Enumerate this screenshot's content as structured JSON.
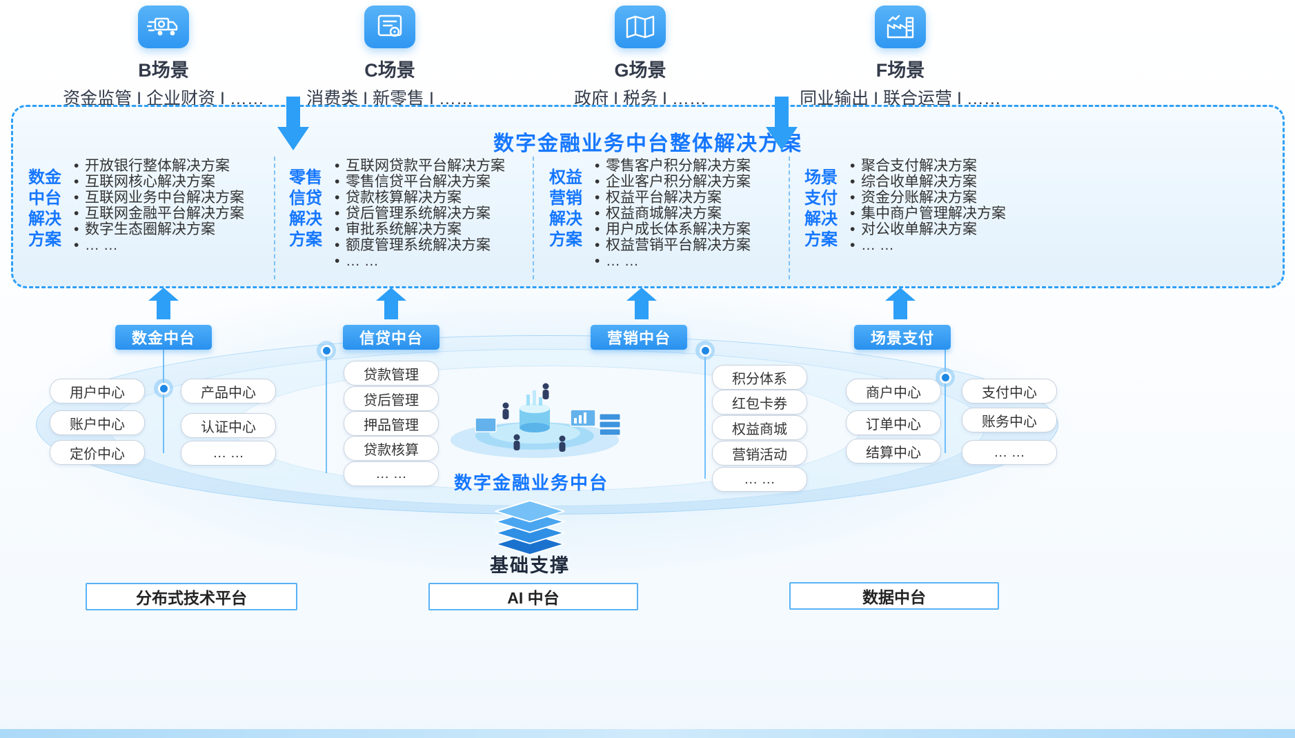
{
  "scenarios": [
    {
      "title": "B场景",
      "subtitle": "资金监管 I 企业财资 I ……"
    },
    {
      "title": "C场景",
      "subtitle": "消费类 I 新零售 I ……"
    },
    {
      "title": "G场景",
      "subtitle": "政府 I 税务 I ……"
    },
    {
      "title": "F场景",
      "subtitle": "同业输出 I 联合运营 I ……"
    }
  ],
  "solution_panel": {
    "title": "数字金融业务中台整体解决方案",
    "columns": [
      {
        "label": "数金\n中台\n解决\n方案",
        "items": [
          "开放银行整体解决方案",
          "互联网核心解决方案",
          "互联网业务中台解决方案",
          "互联网金融平台解决方案",
          "数字生态圈解决方案",
          "… …"
        ]
      },
      {
        "label": "零售\n信贷\n解决\n方案",
        "items": [
          "互联网贷款平台解决方案",
          "零售信贷平台解决方案",
          "贷款核算解决方案",
          "贷后管理系统解决方案",
          "审批系统解决方案",
          "额度管理系统解决方案",
          "… …"
        ]
      },
      {
        "label": "权益\n营销\n解决\n方案",
        "items": [
          "零售客户积分解决方案",
          "企业客户积分解决方案",
          "权益平台解决方案",
          "权益商城解决方案",
          "用户成长体系解决方案",
          "权益营销平台解决方案",
          "… …"
        ]
      },
      {
        "label": "场景\n支付\n解决\n方案",
        "items": [
          "聚合支付解决方案",
          "综合收单解决方案",
          "资金分账解决方案",
          "集中商户管理解决方案",
          "对公收单解决方案",
          "… …"
        ]
      }
    ]
  },
  "middle": {
    "center_label": "数字金融业务中台",
    "platforms": [
      {
        "label": "数金中台"
      },
      {
        "label": "信贷中台"
      },
      {
        "label": "营销中台"
      },
      {
        "label": "场景支付"
      }
    ],
    "pill_groups": {
      "shujin_left": [
        "用户中心",
        "账户中心",
        "定价中心"
      ],
      "shujin_right": [
        "产品中心",
        "认证中心",
        "… …"
      ],
      "xindai": [
        "贷款管理",
        "贷后管理",
        "押品管理",
        "贷款核算",
        "… …"
      ],
      "yingxiao": [
        "积分体系",
        "红包卡券",
        "权益商城",
        "营销活动",
        "… …"
      ],
      "zhifu_left": [
        "商户中心",
        "订单中心",
        "结算中心"
      ],
      "zhifu_right": [
        "支付中心",
        "账务中心",
        "… …"
      ]
    }
  },
  "foundation": {
    "label": "基础支撑",
    "boxes": [
      "分布式技术平台",
      "AI 中台",
      "数据中台"
    ]
  },
  "icons": {
    "scenario_b": "truck-icon",
    "scenario_c": "receipt-icon",
    "scenario_g": "map-icon",
    "scenario_f": "factory-icon",
    "foundation": "layers-stack-icon"
  },
  "colors": {
    "primary_blue": "#2D9FF7",
    "title_blue": "#1677FF",
    "text_dark": "#333B4A"
  }
}
